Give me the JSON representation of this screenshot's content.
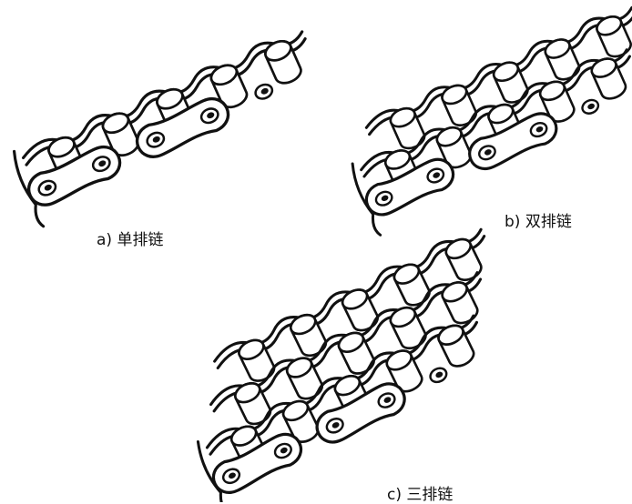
{
  "figures": [
    {
      "id": "a",
      "caption": "a) 单排链",
      "rows": 1
    },
    {
      "id": "b",
      "caption": "b) 双排链",
      "rows": 2
    },
    {
      "id": "c",
      "caption": "c) 三排链",
      "rows": 3
    }
  ]
}
